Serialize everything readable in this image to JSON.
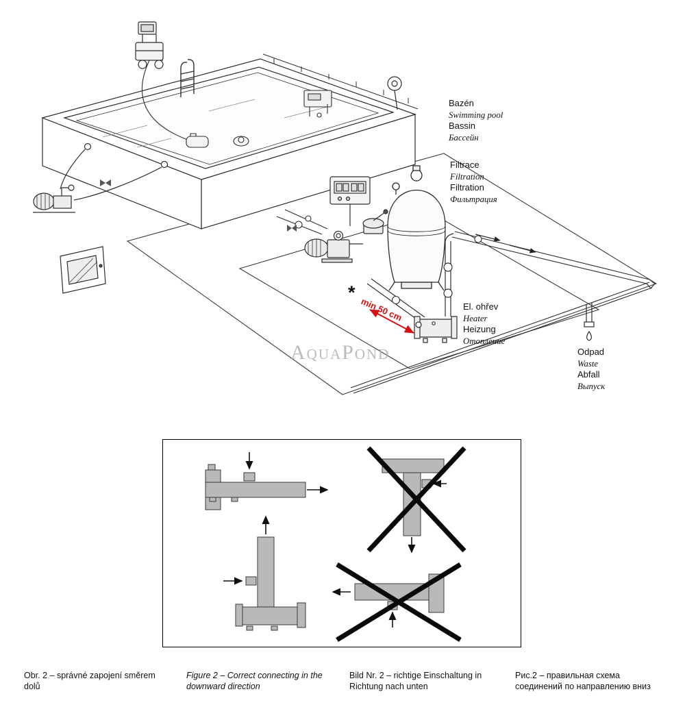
{
  "page": {
    "background": "#ffffff",
    "accent_red": "#dd1111"
  },
  "watermark": {
    "text": "AquaPond"
  },
  "annotation": {
    "asterisk": "*",
    "min_distance": "min 50 cm"
  },
  "labels": {
    "pool": {
      "lines": [
        "Bazén",
        "Swimming pool",
        "Bassin",
        "Бассейн"
      ]
    },
    "filtration": {
      "lines": [
        "Filtrace",
        "Filtration",
        "Filtration",
        "Фильтрация"
      ]
    },
    "heater": {
      "lines": [
        "El. ohřev",
        "Heater",
        "Heizung",
        "Отопление"
      ]
    },
    "waste": {
      "lines": [
        "Odpad",
        "Waste",
        "Abfall",
        "Выпуск"
      ]
    }
  },
  "captions": {
    "cs": "Obr. 2 – správné zapojení směrem dolů",
    "en": "Figure 2 – Correct connecting in the downward direction",
    "de": "Bild Nr. 2 – richtige Einschaltung in Richtung nach unten",
    "ru": "Рис.2 – правильная схема соединений по направлению вниз"
  }
}
